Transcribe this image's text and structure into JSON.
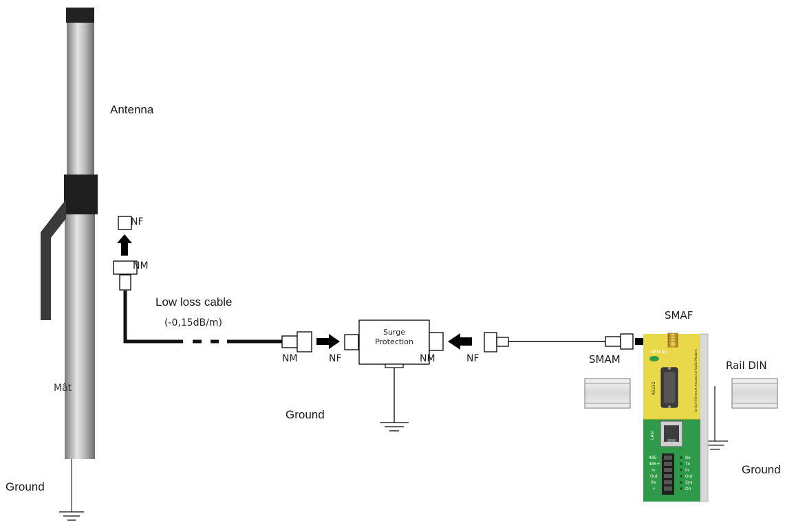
{
  "labels": {
    "antenna": "Antenna",
    "mast": "Mât",
    "ground_left": "Ground",
    "ground_middle": "Ground",
    "ground_right": "Ground",
    "low_loss_cable": "Low loss cable",
    "cable_loss": "(-0,15dB/m)",
    "surge_line1": "Surge",
    "surge_line2": "Protection",
    "rail_din": "Rail DIN",
    "smaf": "SMAF",
    "smam": "SMAM"
  },
  "connectors": {
    "nf_top": "NF",
    "nm_top": "NM",
    "nm_cable_end": "NM",
    "nf_surge_in": "NF",
    "nm_surge_out": "NM",
    "nf_right_cable": "NF"
  },
  "device": {
    "model": "ARM-SE",
    "port_rs232": "RS232",
    "port_lan": "LAN",
    "side_text": "Serial+Ethernet Advanced Radio Modem",
    "terminal_labels": [
      "485-",
      "485+",
      "In",
      "Out",
      "0V",
      "+"
    ],
    "led_labels": [
      "Rx",
      "Tx",
      "In",
      "Out",
      "Sys",
      "On"
    ],
    "colors": {
      "top": "#e8d84a",
      "bottom": "#2f9a4a"
    }
  },
  "colors": {
    "cable": "#111111",
    "mast_dark": "#7c7c7c",
    "mast_light": "#e2e2e2",
    "arrow": "#000000"
  }
}
